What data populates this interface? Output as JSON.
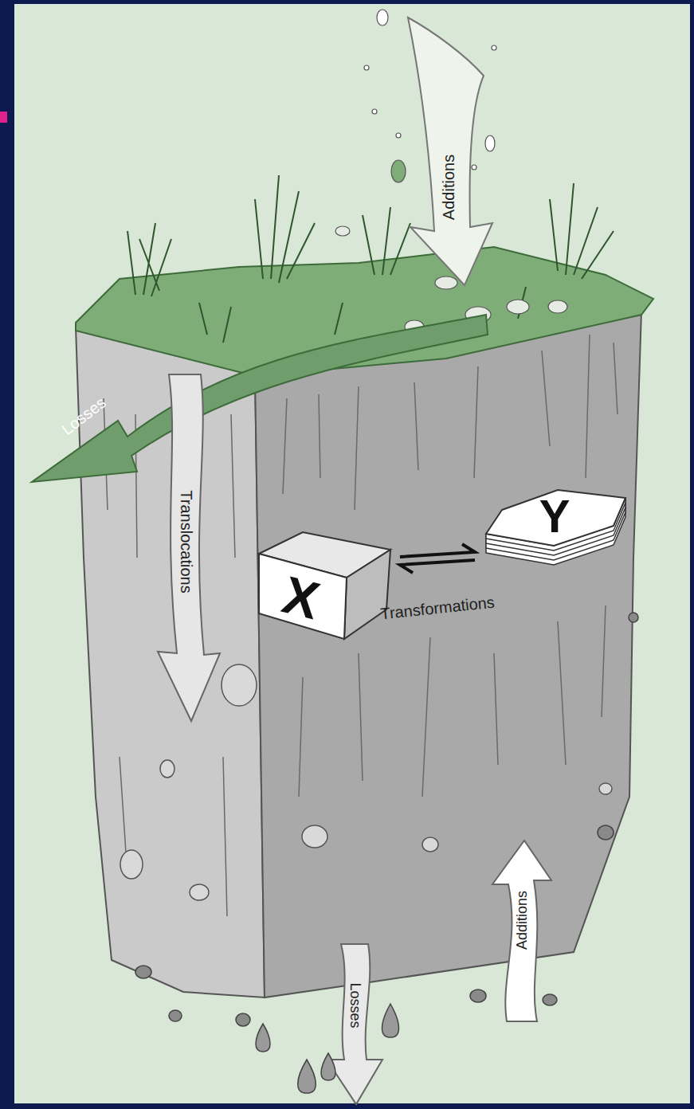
{
  "diagram": {
    "nodes": [
      {
        "text": [
          "X"
        ]
      },
      {
        "text": [
          "Y"
        ]
      }
    ],
    "edges": [
      {
        "from": 0,
        "to": 1,
        "arrow": "both",
        "label": "Transformations"
      }
    ],
    "labels": [
      "Additions",
      "Losses",
      "Translocations",
      "Losses",
      "Additions"
    ]
  }
}
